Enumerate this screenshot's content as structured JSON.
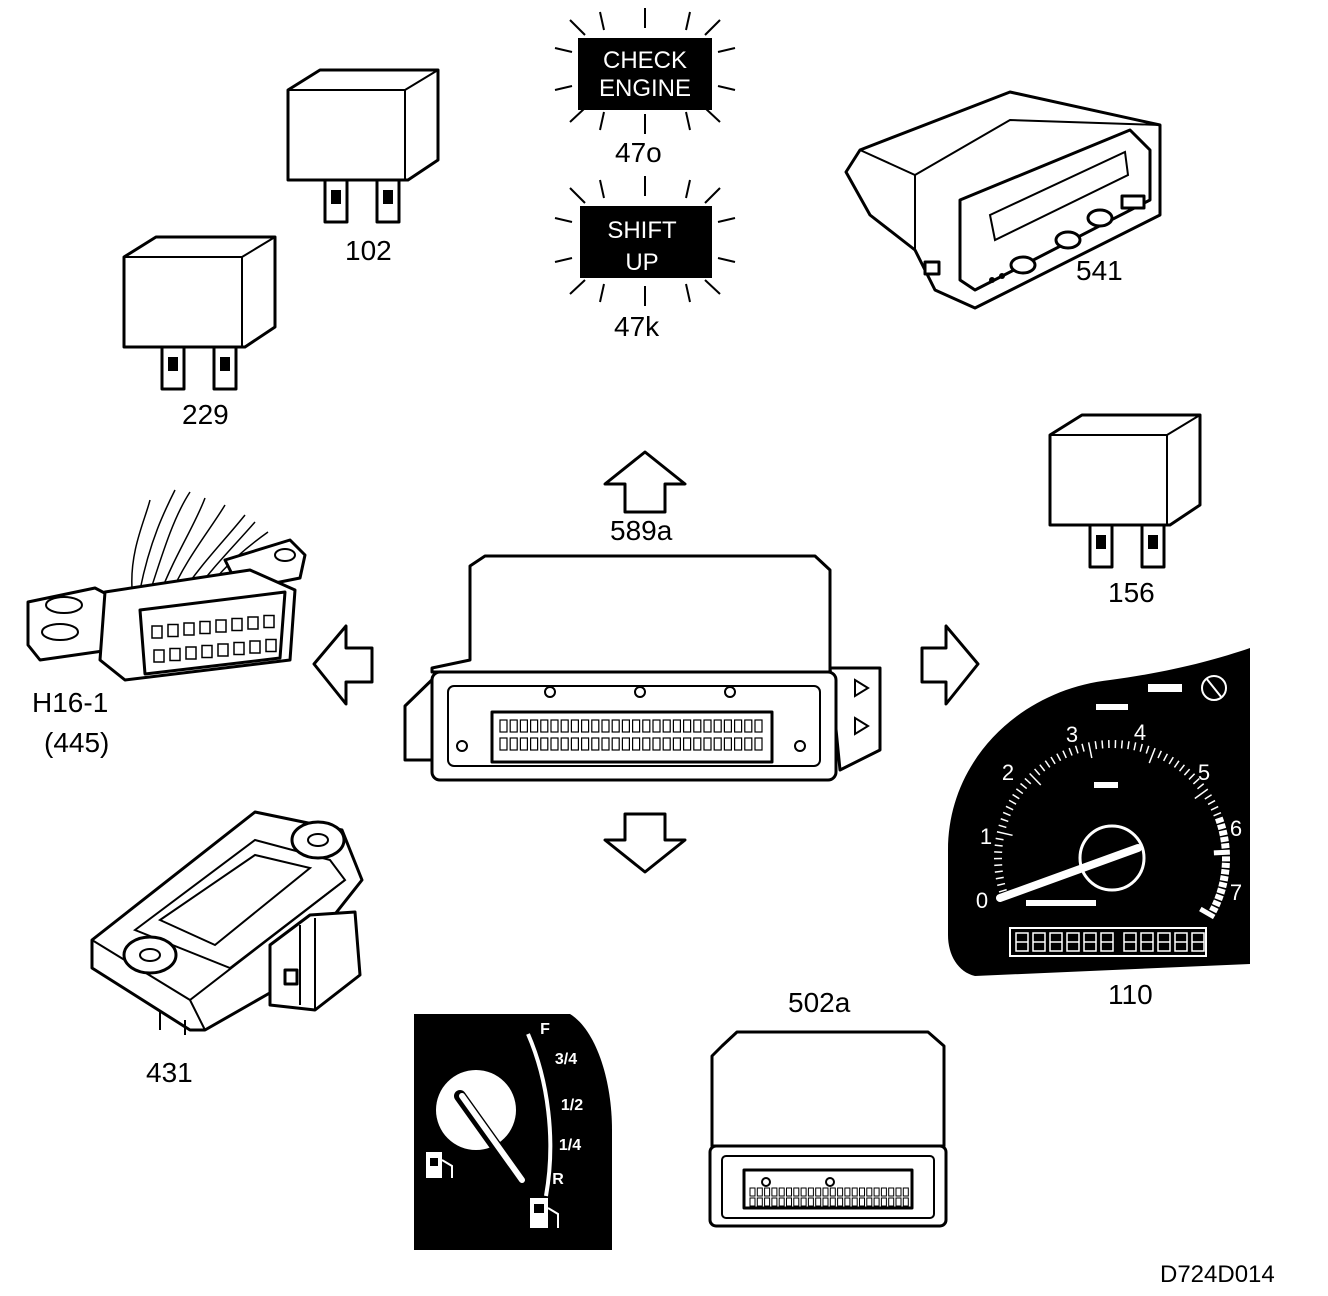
{
  "labels": {
    "relay_102": "102",
    "relay_229": "229",
    "relay_156": "156",
    "lamp_47o": "47o",
    "lamp_47k": "47k",
    "display_541": "541",
    "ecu_589a": "589a",
    "connector_h16_line1": "H16-1",
    "connector_h16_line2": "(445)",
    "sensor_431": "431",
    "cluster_110": "110",
    "module_502a": "502a",
    "figure_code": "D724D014"
  },
  "lamps": {
    "check_engine_line1": "CHECK",
    "check_engine_line2": "ENGINE",
    "shift_up_line1": "SHIFT",
    "shift_up_line2": "UP"
  },
  "tachometer": {
    "scale": [
      "0",
      "1",
      "2",
      "3",
      "4",
      "5",
      "6",
      "7"
    ]
  },
  "fuel_gauge": {
    "scale": [
      "F",
      "3/4",
      "1/2",
      "1/4",
      "R"
    ]
  }
}
